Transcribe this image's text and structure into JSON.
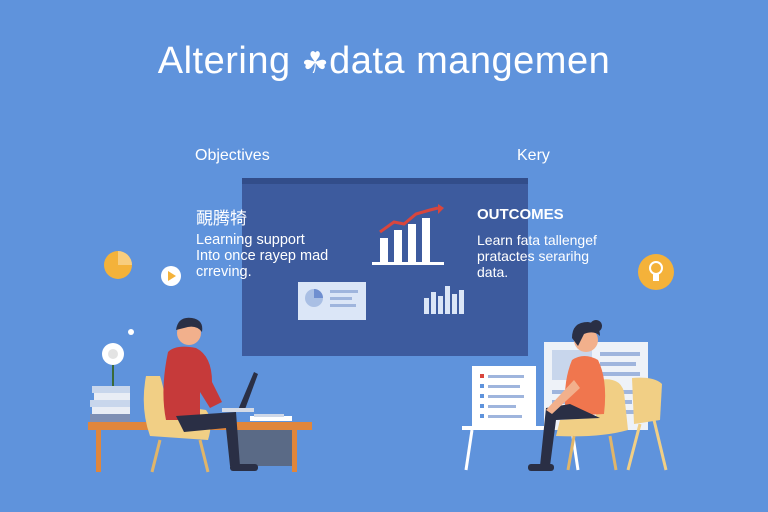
{
  "header": {
    "title_part1": "Altering ",
    "title_glyph": "☘",
    "title_part2": "data mangemen"
  },
  "left_panel": {
    "heading": "Objectives",
    "cjk_text": "靦腾犄",
    "lines": [
      "Learning support",
      "Into once rayep mad",
      "crreving."
    ]
  },
  "right_panel": {
    "heading": "Kery",
    "outcomes_label": "OUTCOMES",
    "lines": [
      "Learn fata tallengef",
      "pratactes serarihg",
      "data."
    ]
  },
  "colors": {
    "background": "#5f93dc",
    "board": "#3d5b9e",
    "accent_red": "#d9463d",
    "chair_yellow": "#f1cf85",
    "icon_orange": "#f4b23a",
    "sweater_red": "#c63a3a",
    "shirt_orange": "#f0764e"
  },
  "icons": {
    "left_circle": "pie-chart-icon",
    "left_play": "play-icon",
    "right_circle": "lightbulb-icon"
  }
}
